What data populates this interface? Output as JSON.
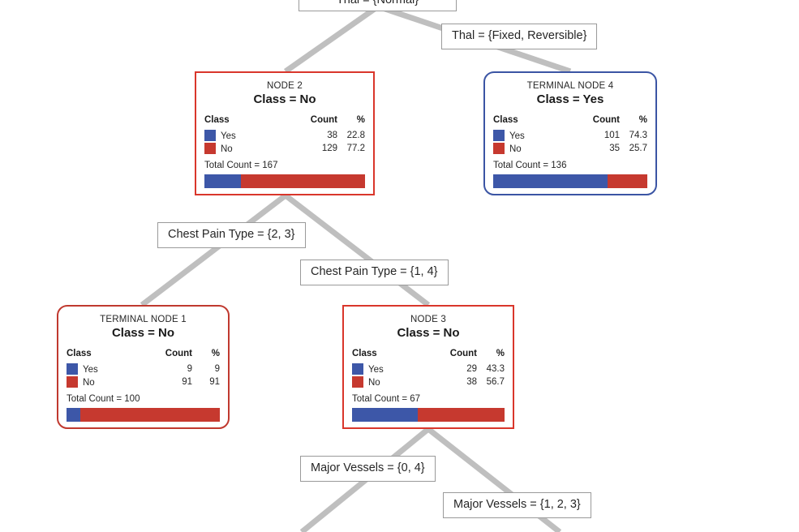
{
  "diagram": {
    "type": "decision-tree",
    "root_partial_label": "Thal = {Normal}",
    "colors": {
      "yes_blue": "#3d57a8",
      "no_red": "#c6392f",
      "internal_border": "#d9362b",
      "terminal_red_border": "#c0392f",
      "terminal_blue_border": "#3b55a4",
      "edge_line": "#bfbfbf",
      "label_border": "#9a9a9a"
    },
    "columns": {
      "class": "Class",
      "count": "Count",
      "percent": "%"
    },
    "edge_labels": [
      {
        "text": "Thal = {Fixed, Reversible}"
      },
      {
        "text": "Chest Pain Type = {2, 3}"
      },
      {
        "text": "Chest Pain Type = {1, 4}"
      },
      {
        "text": "Major Vessels = {0, 4}"
      },
      {
        "text": "Major Vessels = {1, 2, 3}"
      }
    ],
    "nodes": [
      {
        "id": "node2",
        "title": "NODE 2",
        "class_label": "Class = No",
        "kind": "internal",
        "rows": [
          {
            "class": "Yes",
            "count": "38",
            "pct": "22.8",
            "value": 22.8
          },
          {
            "class": "No",
            "count": "129",
            "pct": "77.2",
            "value": 77.2
          }
        ],
        "total_count": "Total Count = 167"
      },
      {
        "id": "node4",
        "title": "TERMINAL NODE 4",
        "class_label": "Class = Yes",
        "kind": "terminal-blue",
        "rows": [
          {
            "class": "Yes",
            "count": "101",
            "pct": "74.3",
            "value": 74.3
          },
          {
            "class": "No",
            "count": "35",
            "pct": "25.7",
            "value": 25.7
          }
        ],
        "total_count": "Total Count = 136"
      },
      {
        "id": "node1",
        "title": "TERMINAL NODE 1",
        "class_label": "Class = No",
        "kind": "terminal-red",
        "rows": [
          {
            "class": "Yes",
            "count": "9",
            "pct": "9",
            "value": 9
          },
          {
            "class": "No",
            "count": "91",
            "pct": "91",
            "value": 91
          }
        ],
        "total_count": "Total Count = 100"
      },
      {
        "id": "node3",
        "title": "NODE 3",
        "class_label": "Class = No",
        "kind": "internal",
        "rows": [
          {
            "class": "Yes",
            "count": "29",
            "pct": "43.3",
            "value": 43.3
          },
          {
            "class": "No",
            "count": "38",
            "pct": "56.7",
            "value": 56.7
          }
        ],
        "total_count": "Total Count = 67"
      }
    ]
  }
}
